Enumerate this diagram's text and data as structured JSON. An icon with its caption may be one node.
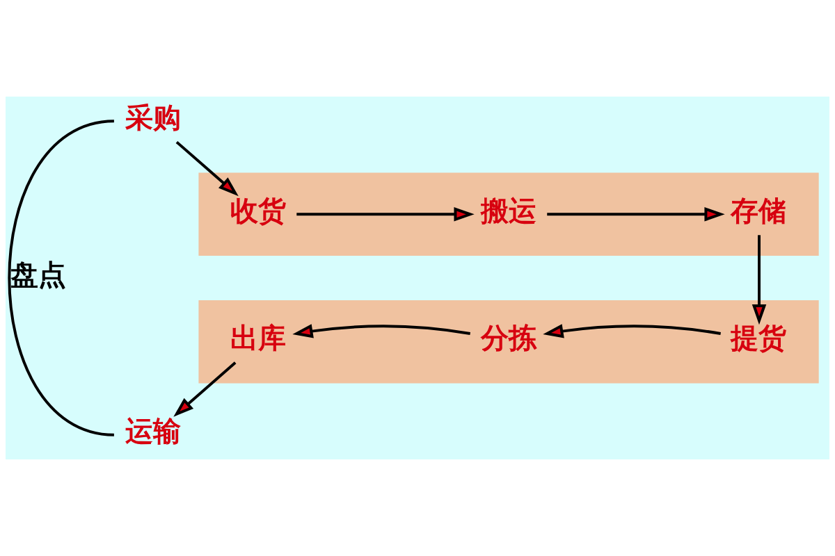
{
  "diagram": {
    "nodes": [
      {
        "text": [
          "采购"
        ]
      },
      {
        "text": [],
        "shape": "bar"
      },
      {
        "text": [
          "收货"
        ],
        "in": 1
      },
      {
        "text": [
          "搬运"
        ],
        "in": 1
      },
      {
        "text": [
          "存储"
        ],
        "in": 1
      },
      {
        "text": [],
        "shape": "bar"
      },
      {
        "text": [
          "出库"
        ],
        "in": 5
      },
      {
        "text": [
          "分拣"
        ],
        "in": 5
      },
      {
        "text": [
          "提货"
        ],
        "in": 5
      },
      {
        "text": [
          "运输"
        ]
      }
    ],
    "edges": [
      {
        "from": 0,
        "to": 2,
        "arrow": "to"
      },
      {
        "from": 2,
        "to": 3,
        "arrow": "to"
      },
      {
        "from": 3,
        "to": 4,
        "arrow": "to"
      },
      {
        "from": 4,
        "to": 8,
        "arrow": "to"
      },
      {
        "from": 8,
        "to": 7,
        "arrow": "to"
      },
      {
        "from": 7,
        "to": 6,
        "arrow": "to"
      },
      {
        "from": 6,
        "to": 9,
        "arrow": "to"
      },
      {
        "from": 0,
        "to": 9,
        "arrow": "none",
        "label": "盘点"
      }
    ]
  }
}
